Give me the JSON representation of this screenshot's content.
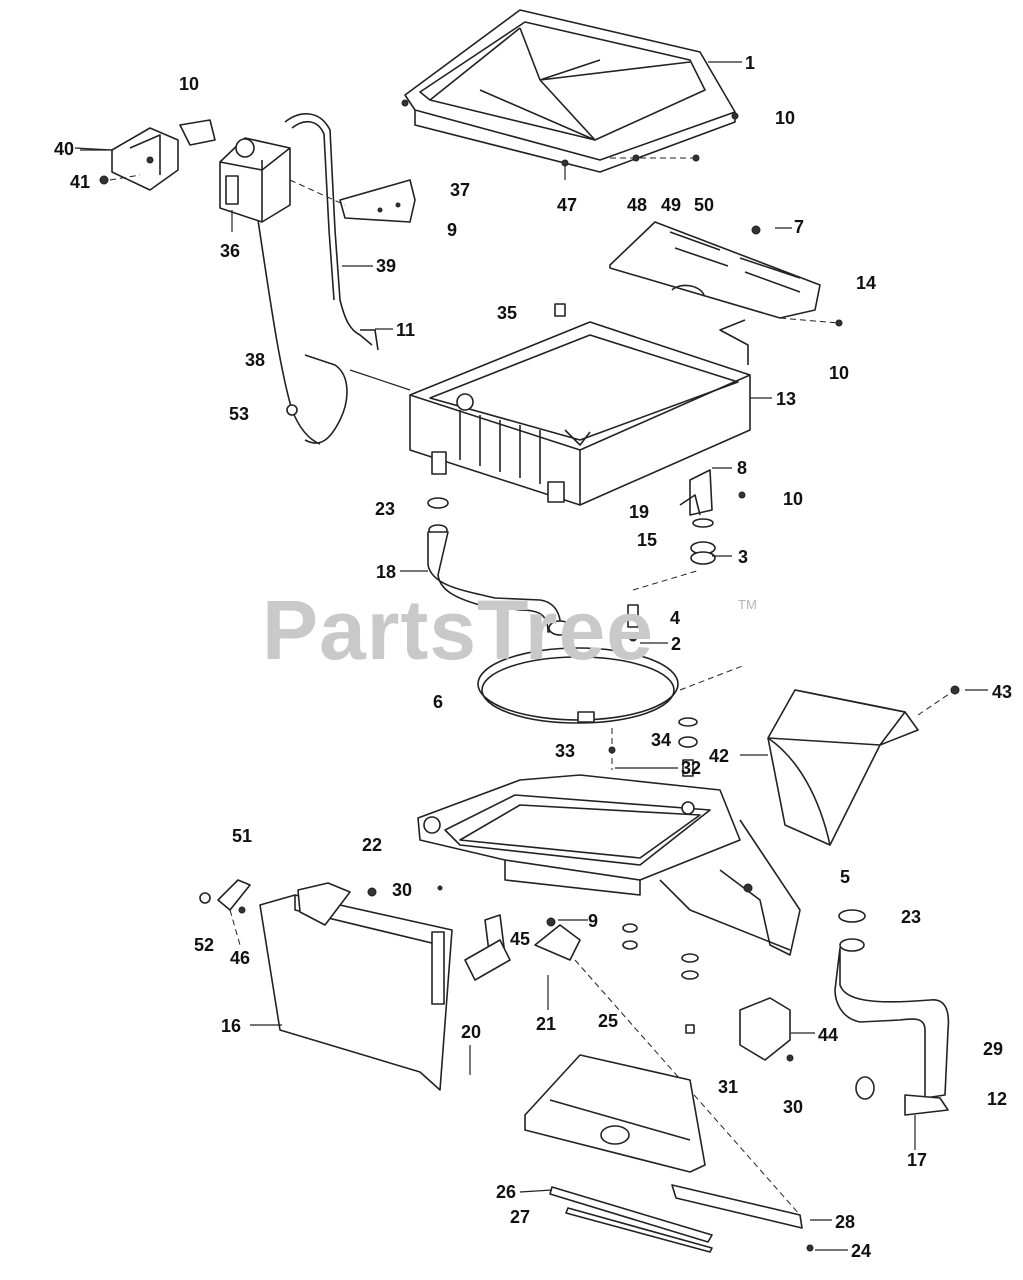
{
  "watermark": {
    "text": "PartsTree",
    "trademark": "TM"
  },
  "callouts": [
    "1",
    "10",
    "10",
    "40",
    "41",
    "36",
    "37",
    "9",
    "47",
    "48",
    "49",
    "50",
    "7",
    "14",
    "39",
    "11",
    "35",
    "38",
    "53",
    "10",
    "13",
    "23",
    "8",
    "10",
    "19",
    "15",
    "18",
    "3",
    "4",
    "2",
    "6",
    "43",
    "33",
    "34",
    "42",
    "32",
    "51",
    "22",
    "30",
    "5",
    "23",
    "52",
    "46",
    "45",
    "9",
    "21",
    "25",
    "44",
    "16",
    "20",
    "29",
    "31",
    "30",
    "12",
    "17",
    "26",
    "27",
    "28",
    "24"
  ],
  "colors": {
    "line": "#222222",
    "watermark": "#c9c9c9",
    "background": "#ffffff"
  }
}
